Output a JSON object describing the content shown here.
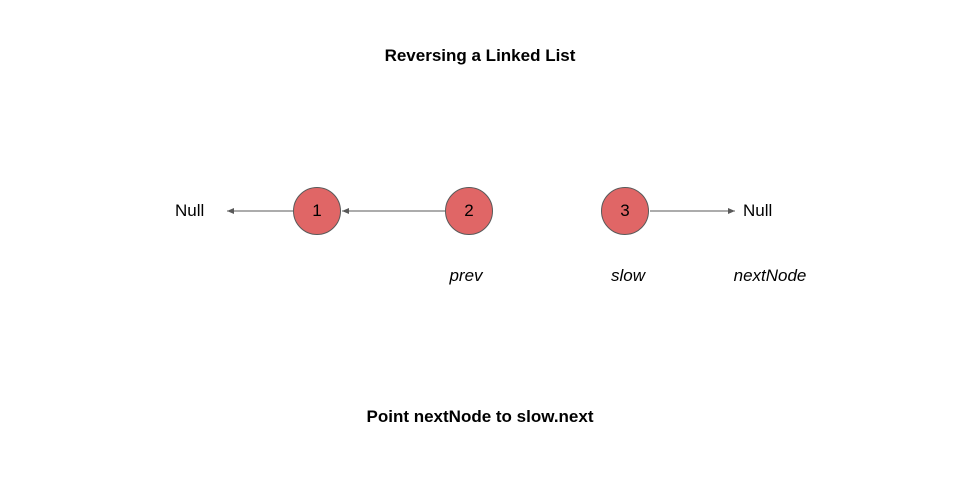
{
  "diagram": {
    "title": "Reversing a Linked List",
    "caption": "Point nextNode to slow.next",
    "nodes": [
      {
        "value": "1"
      },
      {
        "value": "2"
      },
      {
        "value": "3"
      }
    ],
    "null_left": "Null",
    "null_right": "Null",
    "pointers": {
      "prev": "prev",
      "slow": "slow",
      "next_node": "nextNode"
    },
    "colors": {
      "node_fill": "#e06666",
      "node_stroke": "#595959",
      "arrow": "#595959"
    }
  }
}
